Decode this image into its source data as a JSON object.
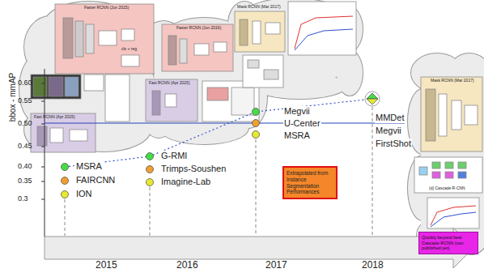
{
  "diagram": {
    "nodes": [
      {
        "text": [
          "Extrapolated from Instance Segmentation Performances"
        ]
      },
      {
        "text": [
          "Quickly beyond best Cascade RCNN (non published yet)"
        ]
      }
    ],
    "labels": [
      "bbox - mmAP",
      "0.60",
      "0.55",
      "0.50",
      "0.45",
      "0.40",
      "0.35",
      "0.3",
      "2015",
      "2016",
      "2017",
      "2018",
      "MSRA",
      "FAIRCNN",
      "ION",
      "G-RMI",
      "Trimps-Soushen",
      "Imagine-Lab",
      "Megvii",
      "U-Center",
      "MSRA",
      "MMDet",
      "Megvii",
      "FirstShot",
      "Faster RCNN (Jun 2015)",
      "Fast RCNN (Apr 2015)",
      "Faster RCNN (Jun 2016)",
      "Fast RCNN (Apr 2015)",
      "Mask RCNN (Mar 2017)",
      "Mask RCNN (Mar 2017)",
      "(d) Cascade R-CNN",
      "cls + reg"
    ]
  }
}
